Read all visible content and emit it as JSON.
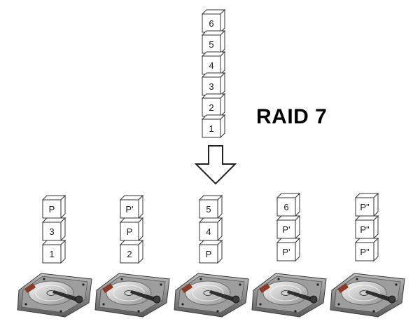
{
  "title": "RAID 7",
  "colors": {
    "cube_fill": "#ffffff",
    "cube_stroke": "#333333",
    "arrow_stroke": "#222222",
    "text": "#000000"
  },
  "incoming_stack": {
    "labels_top_to_bottom": [
      "6",
      "5",
      "4",
      "3",
      "2",
      "1"
    ]
  },
  "arrow": {
    "direction": "down",
    "icon": "down-arrow-icon"
  },
  "disks": [
    {
      "icon": "hard-disk-drive-icon",
      "blocks_top_to_bottom": [
        "P",
        "3",
        "1"
      ]
    },
    {
      "icon": "hard-disk-drive-icon",
      "blocks_top_to_bottom": [
        "P'",
        "P",
        "2"
      ]
    },
    {
      "icon": "hard-disk-drive-icon",
      "blocks_top_to_bottom": [
        "5",
        "4",
        "P"
      ]
    },
    {
      "icon": "hard-disk-drive-icon",
      "blocks_top_to_bottom": [
        "6",
        "P'",
        "P'"
      ]
    },
    {
      "icon": "hard-disk-drive-icon",
      "blocks_top_to_bottom": [
        "P\"",
        "P\"",
        "P\""
      ]
    }
  ]
}
